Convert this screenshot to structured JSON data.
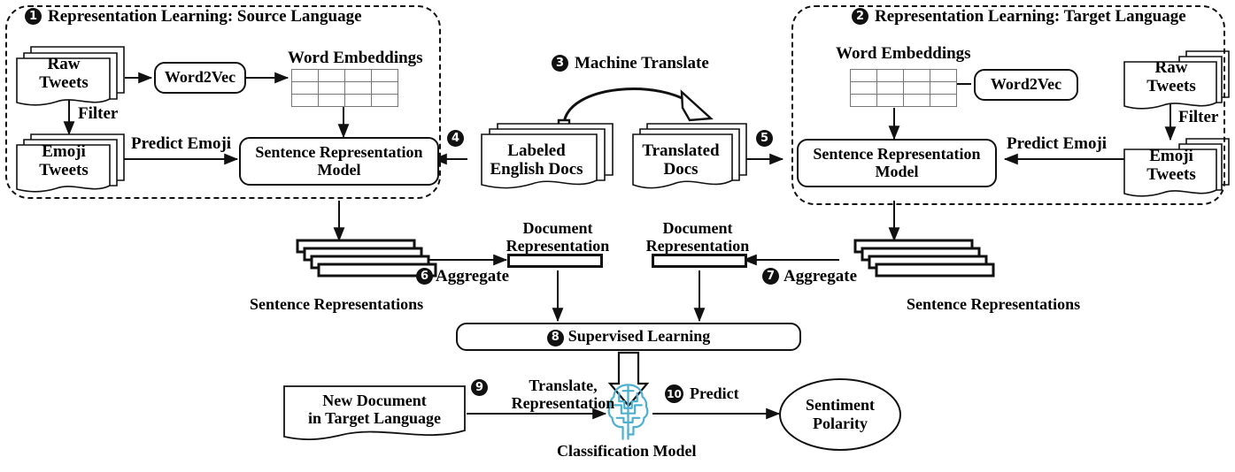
{
  "figure": {
    "title": "Cross-lingual sentiment analysis pipeline",
    "accent_brain_color": "#4FAFD0",
    "line_color": "#111111"
  },
  "panels": {
    "left": {
      "step": "1",
      "title": "Representation Learning: Source Language"
    },
    "right": {
      "step": "2",
      "title": "Representation Learning: Target Language"
    }
  },
  "left_panel": {
    "raw_tweets": "Raw\nTweets",
    "raw_tweets_line1": "Raw",
    "raw_tweets_line2": "Tweets",
    "word2vec": "Word2Vec",
    "word_embeddings": "Word Embeddings",
    "filter": "Filter",
    "emoji_tweets_line1": "Emoji",
    "emoji_tweets_line2": "Tweets",
    "predict_emoji": "Predict Emoji",
    "sentence_model_line1": "Sentence Representation",
    "sentence_model_line2": "Model"
  },
  "right_panel": {
    "raw_tweets_line1": "Raw",
    "raw_tweets_line2": "Tweets",
    "word2vec": "Word2Vec",
    "word_embeddings": "Word Embeddings",
    "filter": "Filter",
    "emoji_tweets_line1": "Emoji",
    "emoji_tweets_line2": "Tweets",
    "predict_emoji": "Predict Emoji",
    "sentence_model_line1": "Sentence Representation",
    "sentence_model_line2": "Model"
  },
  "middle": {
    "machine_translate_step": "3",
    "machine_translate": "Machine Translate",
    "labeled_docs_step": "4",
    "labeled_docs_line1": "Labeled",
    "labeled_docs_line2": "English Docs",
    "translated_docs_step": "5",
    "translated_docs_line1": "Translated",
    "translated_docs_line2": "Docs"
  },
  "aggregation": {
    "left_step": "6",
    "left_label": "Aggregate",
    "right_step": "7",
    "right_label": "Aggregate",
    "left_sentence_reps": "Sentence Representations",
    "right_sentence_reps": "Sentence Representations",
    "left_doc_rep_line1": "Document",
    "left_doc_rep_line2": "Representation",
    "right_doc_rep_line1": "Document",
    "right_doc_rep_line2": "Representation"
  },
  "supervised": {
    "step": "8",
    "label": "Supervised Learning"
  },
  "inference": {
    "new_doc_line1": "New Document",
    "new_doc_line2": "in Target Language",
    "translate_step": "9",
    "translate_line1": "Translate,",
    "translate_line2": "Representation",
    "classification_model": "Classification Model",
    "predict_step": "10",
    "predict_label": "Predict",
    "sentiment_line1": "Sentiment",
    "sentiment_line2": "Polarity"
  }
}
